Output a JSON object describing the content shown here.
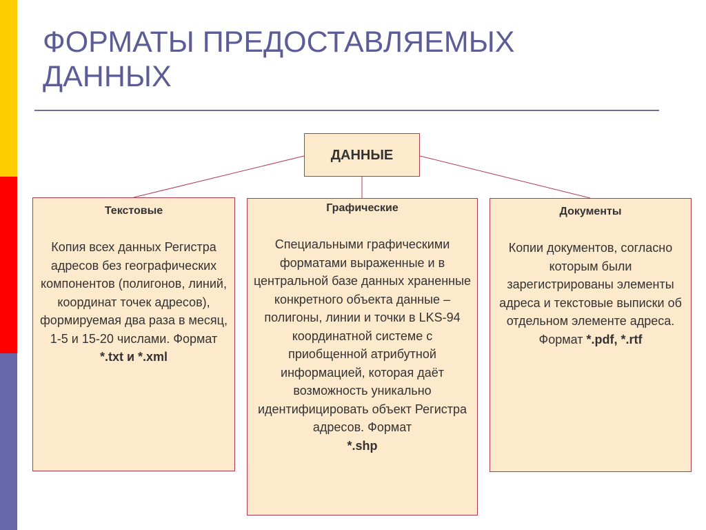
{
  "slide": {
    "title_line1": "ФОРМАТЫ ПРЕДОСТАВЛЯЕМЫХ",
    "title_line2": "ДАННЫХ",
    "accent_colors": {
      "yellow": "#FFCC00",
      "red": "#FF0000",
      "blue": "#6666A8"
    }
  },
  "diagram": {
    "root": {
      "label": "ДАННЫЕ"
    },
    "columns": [
      {
        "heading": "Текстовые",
        "text": "Копия всех данных Регистра адресов без географических компонентов (полигонов, линий, координат точек адресов), формируемая два раза в месяц,  1-5 и 15-20 числами. Формат",
        "format": "*.txt и *.xml"
      },
      {
        "heading": "Графические",
        "text": "Специальными графическими форматами выраженные и в центральной базе данных храненные конкретного объекта данные – полигоны, линии и точки в LKS-94 координатной системе с приобщенной атрибутной информацией, которая даёт возможность уникально идентифицировать объект Регистра адресов. Формат",
        "format": "*.shp"
      },
      {
        "heading": "Документы",
        "text": "Копии документов, согласно которым были зарегистрированы элементы адреса и текстовые выписки об отдельном элементе адреса. Формат",
        "format": "*.pdf, *.rtf"
      }
    ]
  }
}
